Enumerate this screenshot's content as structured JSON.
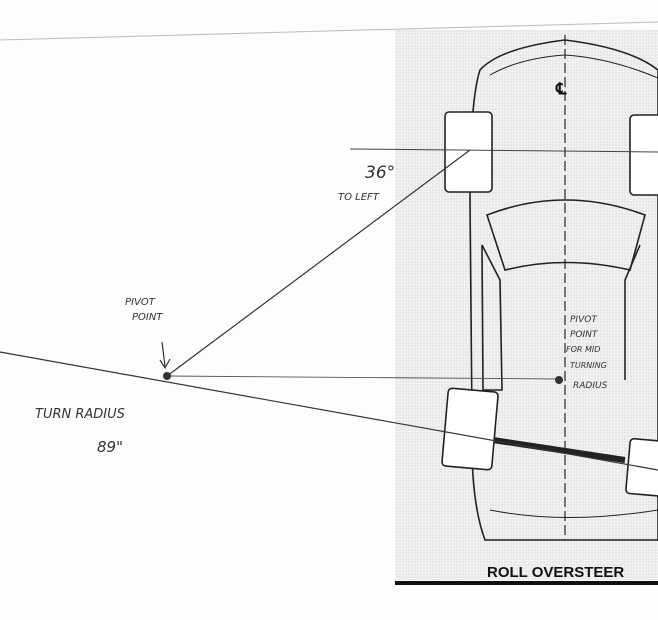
{
  "labels": {
    "angle": "36°",
    "angle_direction": "TO LEFT",
    "pivot_line1": "PIVOT",
    "pivot_line2": "POINT",
    "turn_radius_line1": "TURN RADIUS",
    "turn_radius_line2": "89\"",
    "mid_pivot_line1": "PIVOT",
    "mid_pivot_line2": "POINT",
    "mid_pivot_line3": "FOR MID",
    "mid_pivot_line4": "TURNING",
    "mid_pivot_line5": "RADIUS",
    "centerline_symbol": "℄",
    "figure_title": "ROLL OVERSTEER"
  },
  "colors": {
    "ink": "#333333",
    "print": "#111111",
    "halftone": "#e9e9e9"
  }
}
